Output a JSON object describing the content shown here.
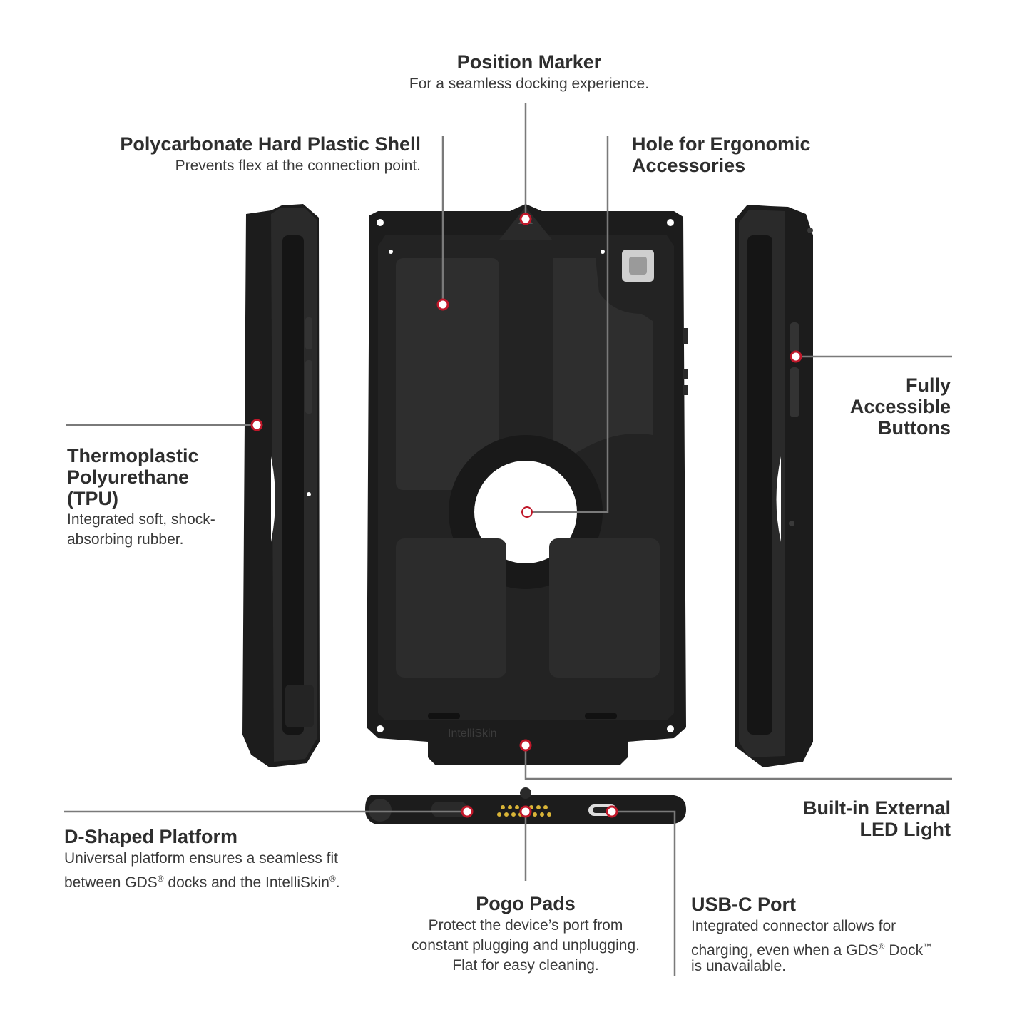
{
  "callouts": {
    "position_marker": {
      "title": "Position Marker",
      "desc": "For a seamless docking experience."
    },
    "polycarbonate_shell": {
      "title": "Polycarbonate Hard Plastic Shell",
      "desc": "Prevents flex at the connection point."
    },
    "ergonomic_hole": {
      "title_line1": "Hole for Ergonomic",
      "title_line2": "Accessories"
    },
    "tpu": {
      "title_line1": "Thermoplastic",
      "title_line2": "Polyurethane",
      "title_line3": "(TPU)",
      "desc_line1": "Integrated soft, shock-",
      "desc_line2": "absorbing rubber."
    },
    "buttons": {
      "title_line1": "Fully",
      "title_line2": "Accessible",
      "title_line3": "Buttons"
    },
    "led_light": {
      "title_line1": "Built-in External",
      "title_line2": "LED Light"
    },
    "d_platform": {
      "title": "D-Shaped Platform",
      "desc_line1": "Universal platform ensures a seamless fit",
      "desc_line2_a": "between GDS",
      "desc_line2_b": " docks and the IntelliSkin",
      "desc_line2_c": "."
    },
    "pogo_pads": {
      "title": "Pogo Pads",
      "desc_line1": "Protect the device’s port from",
      "desc_line2": "constant plugging and unplugging.",
      "desc_line3": "Flat for easy cleaning."
    },
    "usbc": {
      "title": "USB-C Port",
      "desc_line1": "Integrated connector allows for",
      "desc_line2_a": "charging, even when a GDS",
      "desc_line2_b": " Dock",
      "desc_line3": "is unavailable."
    }
  },
  "marks": {
    "registered": "®",
    "trademark": "™"
  },
  "product": {
    "embossed_brand": "IntelliSkin"
  },
  "colors": {
    "case": "#1c1c1c",
    "case_edge": "#2a2a2a",
    "leader_line": "#7a7a7a",
    "marker": "#c0182a",
    "pogo_pin": "#d9b437"
  }
}
